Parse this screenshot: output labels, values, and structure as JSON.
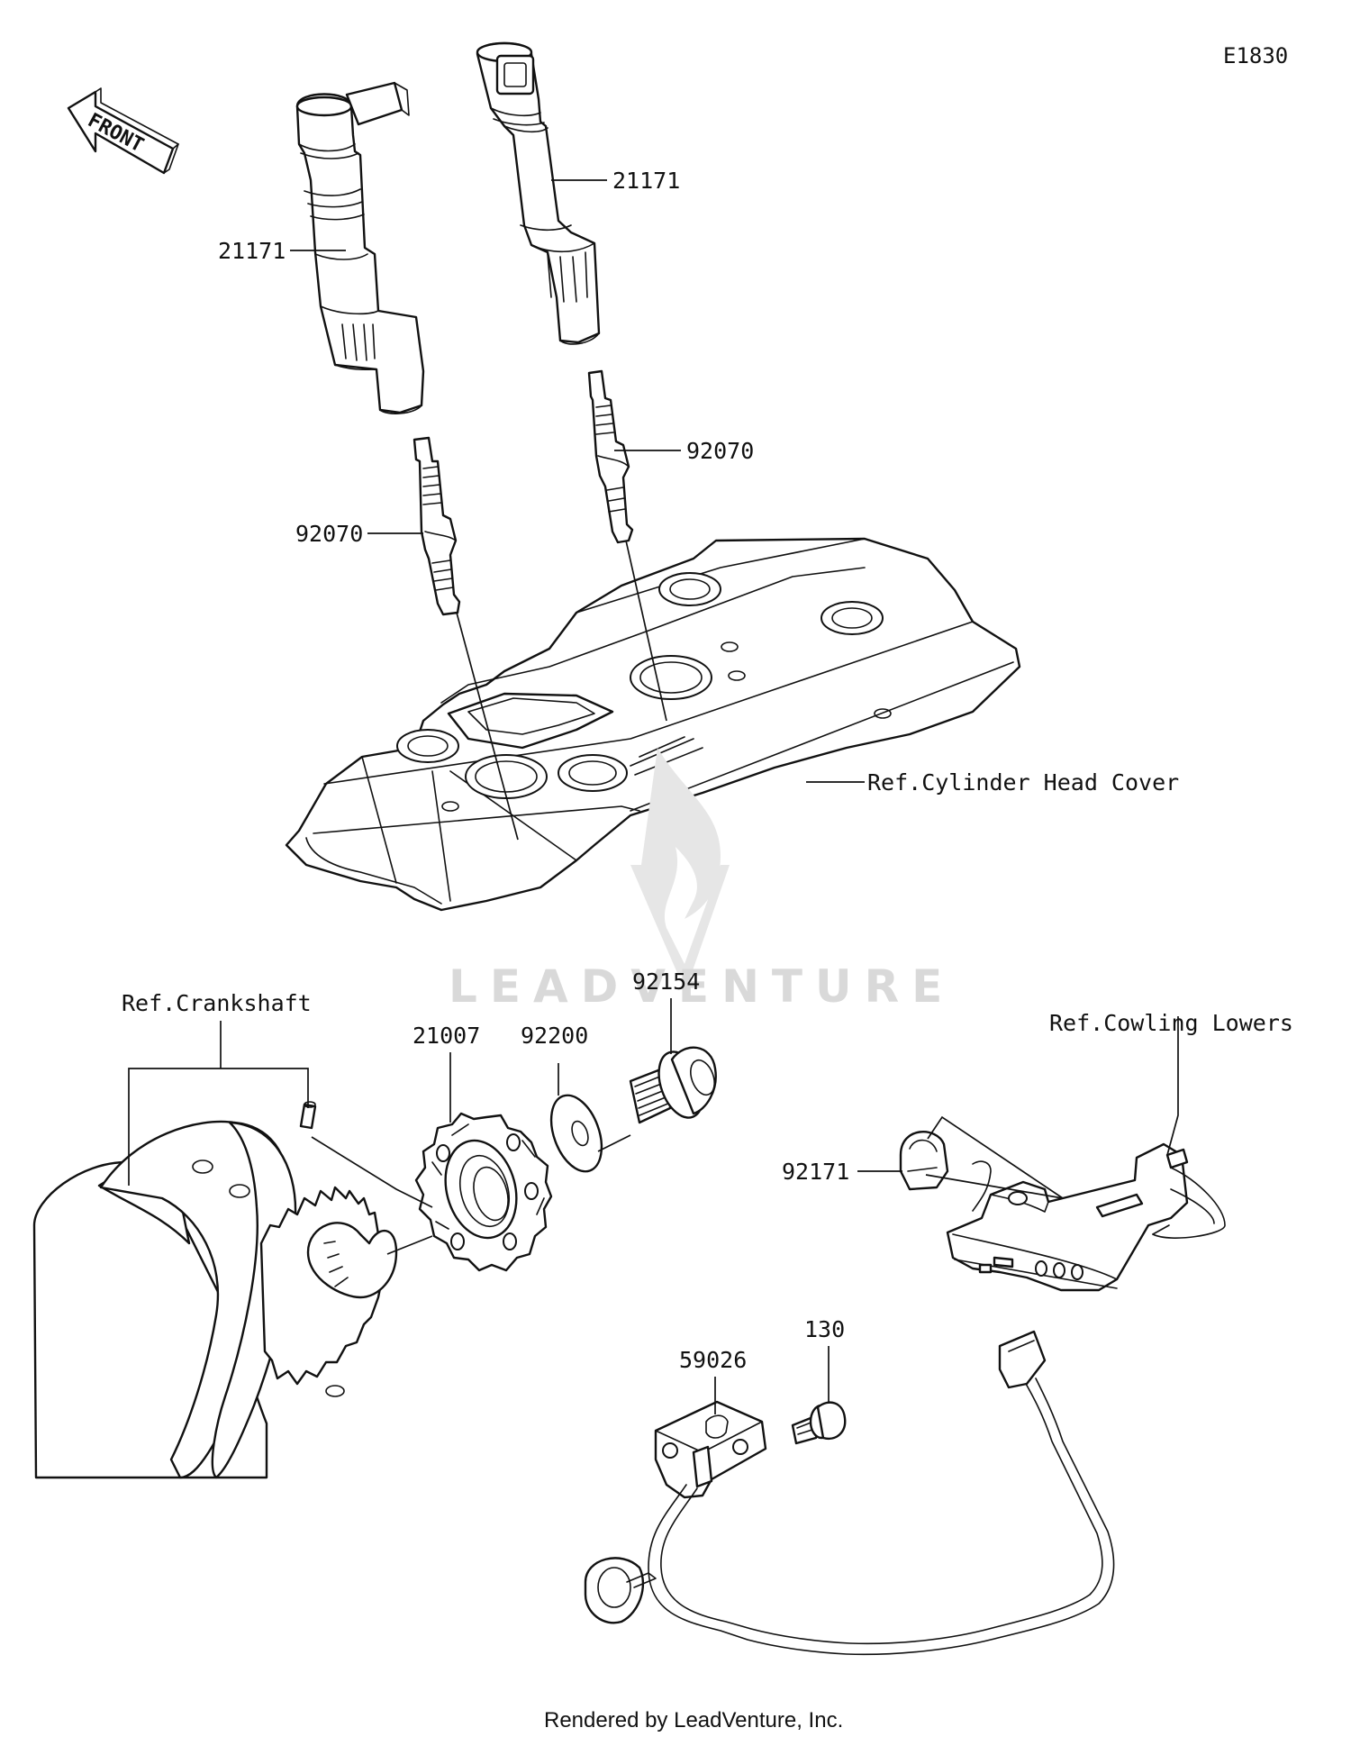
{
  "diagram": {
    "code": "E1830",
    "front_label": "FRONT",
    "watermark": "LEADVENTURE",
    "footer": "Rendered by LeadVenture, Inc.",
    "callouts": [
      {
        "id": "coil-left",
        "text": "21171"
      },
      {
        "id": "coil-right",
        "text": "21171"
      },
      {
        "id": "plug-left",
        "text": "92070"
      },
      {
        "id": "plug-right",
        "text": "92070"
      },
      {
        "id": "head-cover",
        "text": "Ref.Cylinder Head Cover"
      },
      {
        "id": "crankshaft",
        "text": "Ref.Crankshaft"
      },
      {
        "id": "rotor",
        "text": "21007"
      },
      {
        "id": "washer",
        "text": "92200"
      },
      {
        "id": "bolt",
        "text": "92154"
      },
      {
        "id": "cowling",
        "text": "Ref.Cowling Lowers"
      },
      {
        "id": "clamp",
        "text": "92171"
      },
      {
        "id": "sensor",
        "text": "59026"
      },
      {
        "id": "sensor-bolt",
        "text": "130"
      }
    ]
  }
}
